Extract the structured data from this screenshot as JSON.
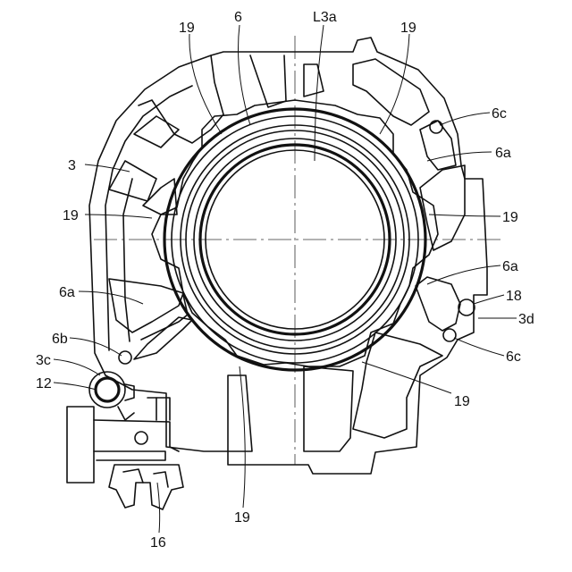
{
  "labels": {
    "l_6": "6",
    "l_L3a": "L3a",
    "l_19_tl": "19",
    "l_19_tr": "19",
    "l_6c_top": "6c",
    "l_6a_tr": "6a",
    "l_3": "3",
    "l_19_left": "19",
    "l_19_right": "19",
    "l_6a_right": "6a",
    "l_6a_left": "6a",
    "l_18": "18",
    "l_3d": "3d",
    "l_6b": "6b",
    "l_6c_bottom": "6c",
    "l_3c": "3c",
    "l_12": "12",
    "l_19_br": "19",
    "l_19_bottom": "19",
    "l_16": "16"
  }
}
